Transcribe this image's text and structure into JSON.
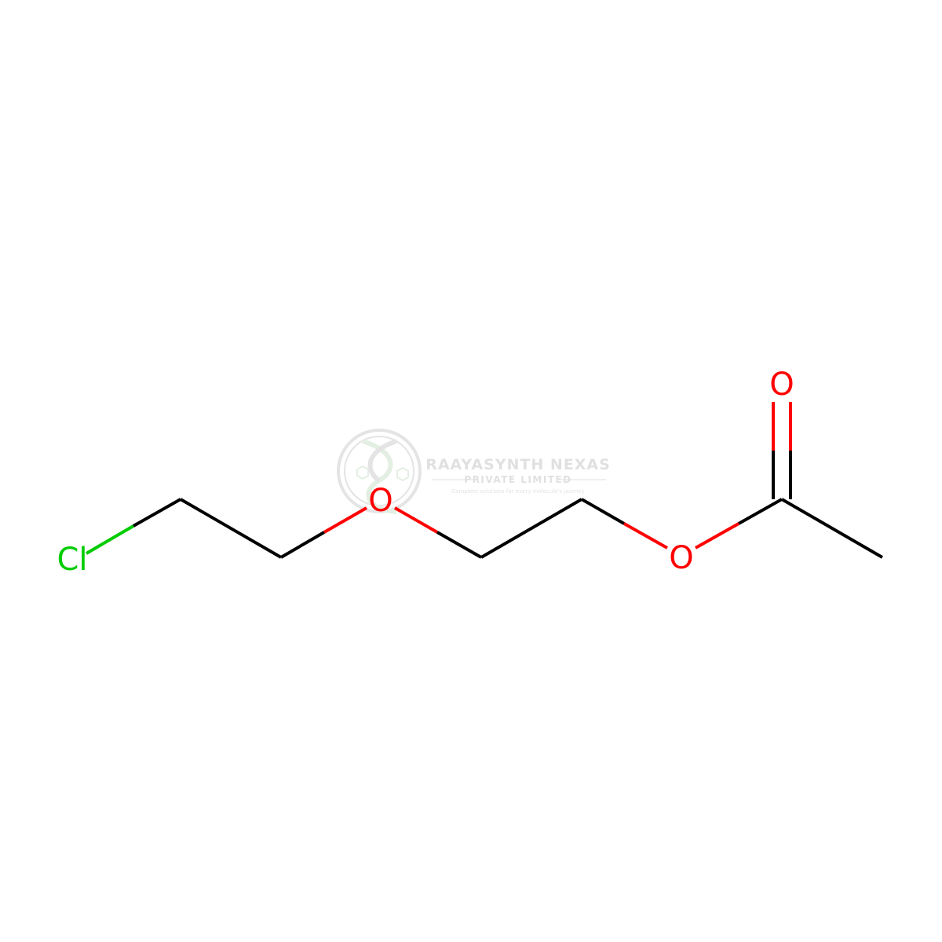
{
  "molecule": {
    "atoms": [
      {
        "id": "cl1",
        "label": "Cl",
        "color": "#00CC00"
      },
      {
        "id": "o1",
        "label": "O",
        "color": "#FF0000"
      },
      {
        "id": "o2",
        "label": "O",
        "color": "#FF0000"
      },
      {
        "id": "o3",
        "label": "O",
        "color": "#FF0000"
      }
    ],
    "bond_color": "#000000"
  },
  "watermark": {
    "company": "RAAYASYNTH NEXAS",
    "subtitle": "PRIVATE LIMITED",
    "tagline": "Complete solutions for every molecule's journey"
  }
}
